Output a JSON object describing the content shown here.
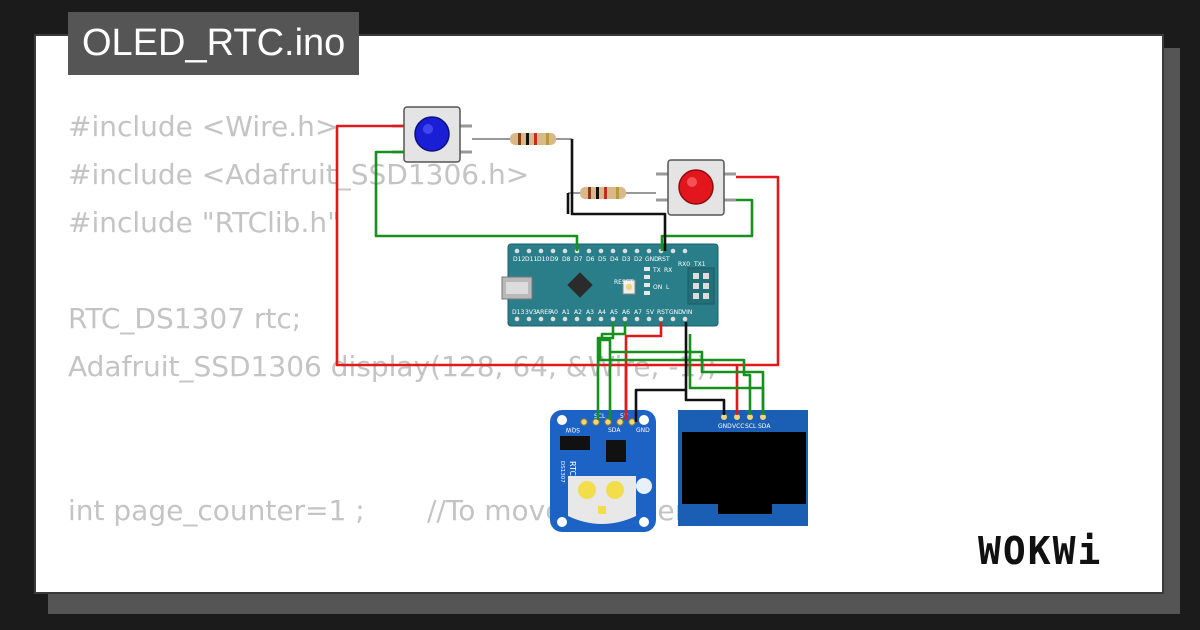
{
  "project": {
    "filename": "OLED_RTC.ino"
  },
  "code_lines": [
    "#include <Wire.h>",
    "#include <Adafruit_SSD1306.h>",
    "#include \"RTClib.h\"",
    "",
    "RTC_DS1307 rtc;",
    "Adafruit_SSD1306 display(128, 64, &Wire, -1);",
    "",
    "",
    "int page_counter=1 ;       //To move between pages"
  ],
  "branding": {
    "logo_text": "WOKWi"
  },
  "components": {
    "arduino": {
      "top_pins": [
        "D12",
        "D11",
        "D10",
        "D9",
        "D8",
        "D7",
        "D6",
        "D5",
        "D4",
        "D3",
        "D2",
        "GND",
        "RST",
        "RX0",
        "TX1"
      ],
      "bottom_pins": [
        "D13",
        "3V3",
        "AREF",
        "A0",
        "A1",
        "A2",
        "A3",
        "A4",
        "A5",
        "A6",
        "A7",
        "5V",
        "RST",
        "GND",
        "VIN"
      ],
      "side_labels": [
        "TX",
        "RX",
        "ON",
        "L",
        "RESET"
      ]
    },
    "rtc": {
      "title": "RTC",
      "model": "DS1307",
      "pins": [
        "SQW",
        "SCL",
        "SDA",
        "5V",
        "GND"
      ]
    },
    "oled": {
      "pins": [
        "GND",
        "VCC",
        "SCL",
        "SDA"
      ]
    },
    "buttons": {
      "left_color": "blue",
      "right_color": "red"
    }
  },
  "colors": {
    "background": "#1b1b1b",
    "card": "#ffffff",
    "title_bg": "#555555",
    "code_text": "#c4c4c4",
    "arduino_board": "#2a7e8a",
    "rtc_board": "#1d63c6",
    "oled_board": "#1a5fb3",
    "wire_red": "#e0191b",
    "wire_green": "#17901e",
    "wire_black": "#111111"
  }
}
